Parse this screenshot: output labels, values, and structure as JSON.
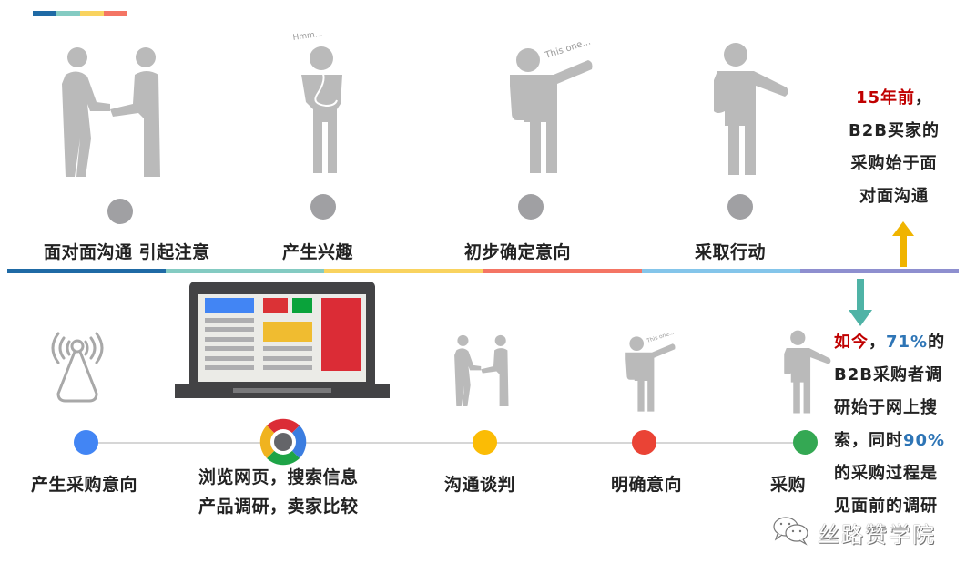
{
  "colors": {
    "top_bar": [
      "#1f6aa5",
      "#84cbc2",
      "#f9d35f",
      "#f47564"
    ],
    "divider": [
      "#1f6aa5",
      "#84cbc2",
      "#f9d35f",
      "#f47564",
      "#84c5ea",
      "#8e8fcf"
    ],
    "figure_gray": "#bababa",
    "stage_dot_gray": "#a0a0a3",
    "arrow_up": "#f0b400",
    "arrow_down": "#4fb3a6",
    "highlight_red": "#c00000",
    "highlight_blue": "#2e75b6",
    "modern_dots": [
      "#4285f4",
      "chrome",
      "#fbbc05",
      "#ea4335",
      "#34a853"
    ]
  },
  "past": {
    "stages": [
      {
        "label": "面对面沟通 引起注意",
        "icon": "handshake-icon"
      },
      {
        "label": "产生兴趣",
        "icon": "thinking-person-icon",
        "caption": "Hmm..."
      },
      {
        "label": "初步确定意向",
        "icon": "pointing-person-icon",
        "caption": "This one..."
      },
      {
        "label": "采取行动",
        "icon": "reaching-person-icon"
      }
    ],
    "note": {
      "highlight": "15年前",
      "punct": "，",
      "lines": [
        "B2B买家的",
        "采购始于面",
        "对面沟通"
      ]
    }
  },
  "modern": {
    "stages": [
      {
        "label": "产生采购意向",
        "icon": "signal-tower-icon"
      },
      {
        "label_line1": "浏览网页，搜索信息",
        "label_line2": "产品调研，卖家比较",
        "icon": "laptop-icon"
      },
      {
        "label": "沟通谈判",
        "icon": "handshake-icon"
      },
      {
        "label": "明确意向",
        "icon": "pointing-person-icon",
        "caption": "This one..."
      },
      {
        "label": "采购",
        "icon": "reaching-person-icon"
      }
    ],
    "note": {
      "highlight_red": "如今",
      "punct": "，",
      "pct1": "71%",
      "after_pct1": "的",
      "line2": "B2B采购者调",
      "line3": "研始于网上搜",
      "line4_pre": "索，同时",
      "pct2": "90%",
      "line5": "的采购过程是",
      "line6": "见面前的调研"
    }
  },
  "watermark": {
    "text": "丝路赞学院",
    "icon": "wechat-icon"
  }
}
